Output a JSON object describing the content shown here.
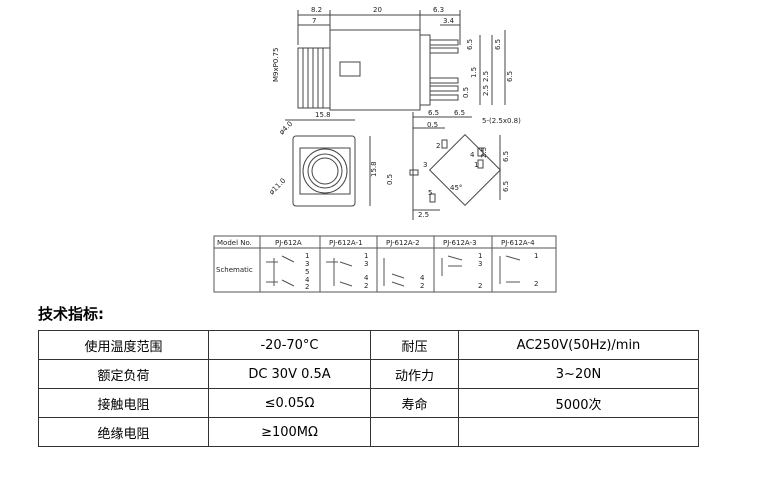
{
  "drawing": {
    "top_dims": [
      "8.2",
      "20",
      "6.3",
      "7",
      "3.4"
    ],
    "thread_label": "M9xP0.75",
    "side_dims": [
      "6.5",
      "6.5",
      "1.5",
      "2.5",
      "2.5",
      "6.5",
      "0.5"
    ],
    "front_dims": [
      "15.8",
      "15.8",
      "ø4.0",
      "ø11.0"
    ],
    "pcb_dims": [
      "6.5",
      "6.5",
      "0.5",
      "5-(2.5x0.8)",
      "2",
      "2.5",
      "3",
      "4",
      "1",
      "5",
      "45°",
      "6.5",
      "6.5",
      "0.5",
      "2.5",
      "3",
      "5"
    ],
    "model_table": {
      "header_label": "Model No.",
      "row_label": "Schematic",
      "models": [
        "PJ-612A",
        "PJ-612A-1",
        "PJ-612A-2",
        "PJ-612A-3",
        "PJ-612A-4"
      ],
      "pins": [
        [
          "1",
          "3",
          "5",
          "4",
          "2"
        ],
        [
          "1",
          "3",
          "4",
          "2"
        ],
        [
          "4",
          "2"
        ],
        [
          "1",
          "3",
          "2"
        ],
        [
          "1",
          "2"
        ]
      ]
    }
  },
  "section_title": "技术指标:",
  "spec_rows": [
    [
      "使用温度范围",
      "-20-70°C",
      "耐压",
      "AC250V(50Hz)/min"
    ],
    [
      "额定负荷",
      "DC 30V 0.5A",
      "动作力",
      "3~20N"
    ],
    [
      "接触电阻",
      "≤0.05Ω",
      "寿命",
      "5000次"
    ],
    [
      "绝缘电阻",
      "≥100MΩ",
      "",
      ""
    ]
  ]
}
